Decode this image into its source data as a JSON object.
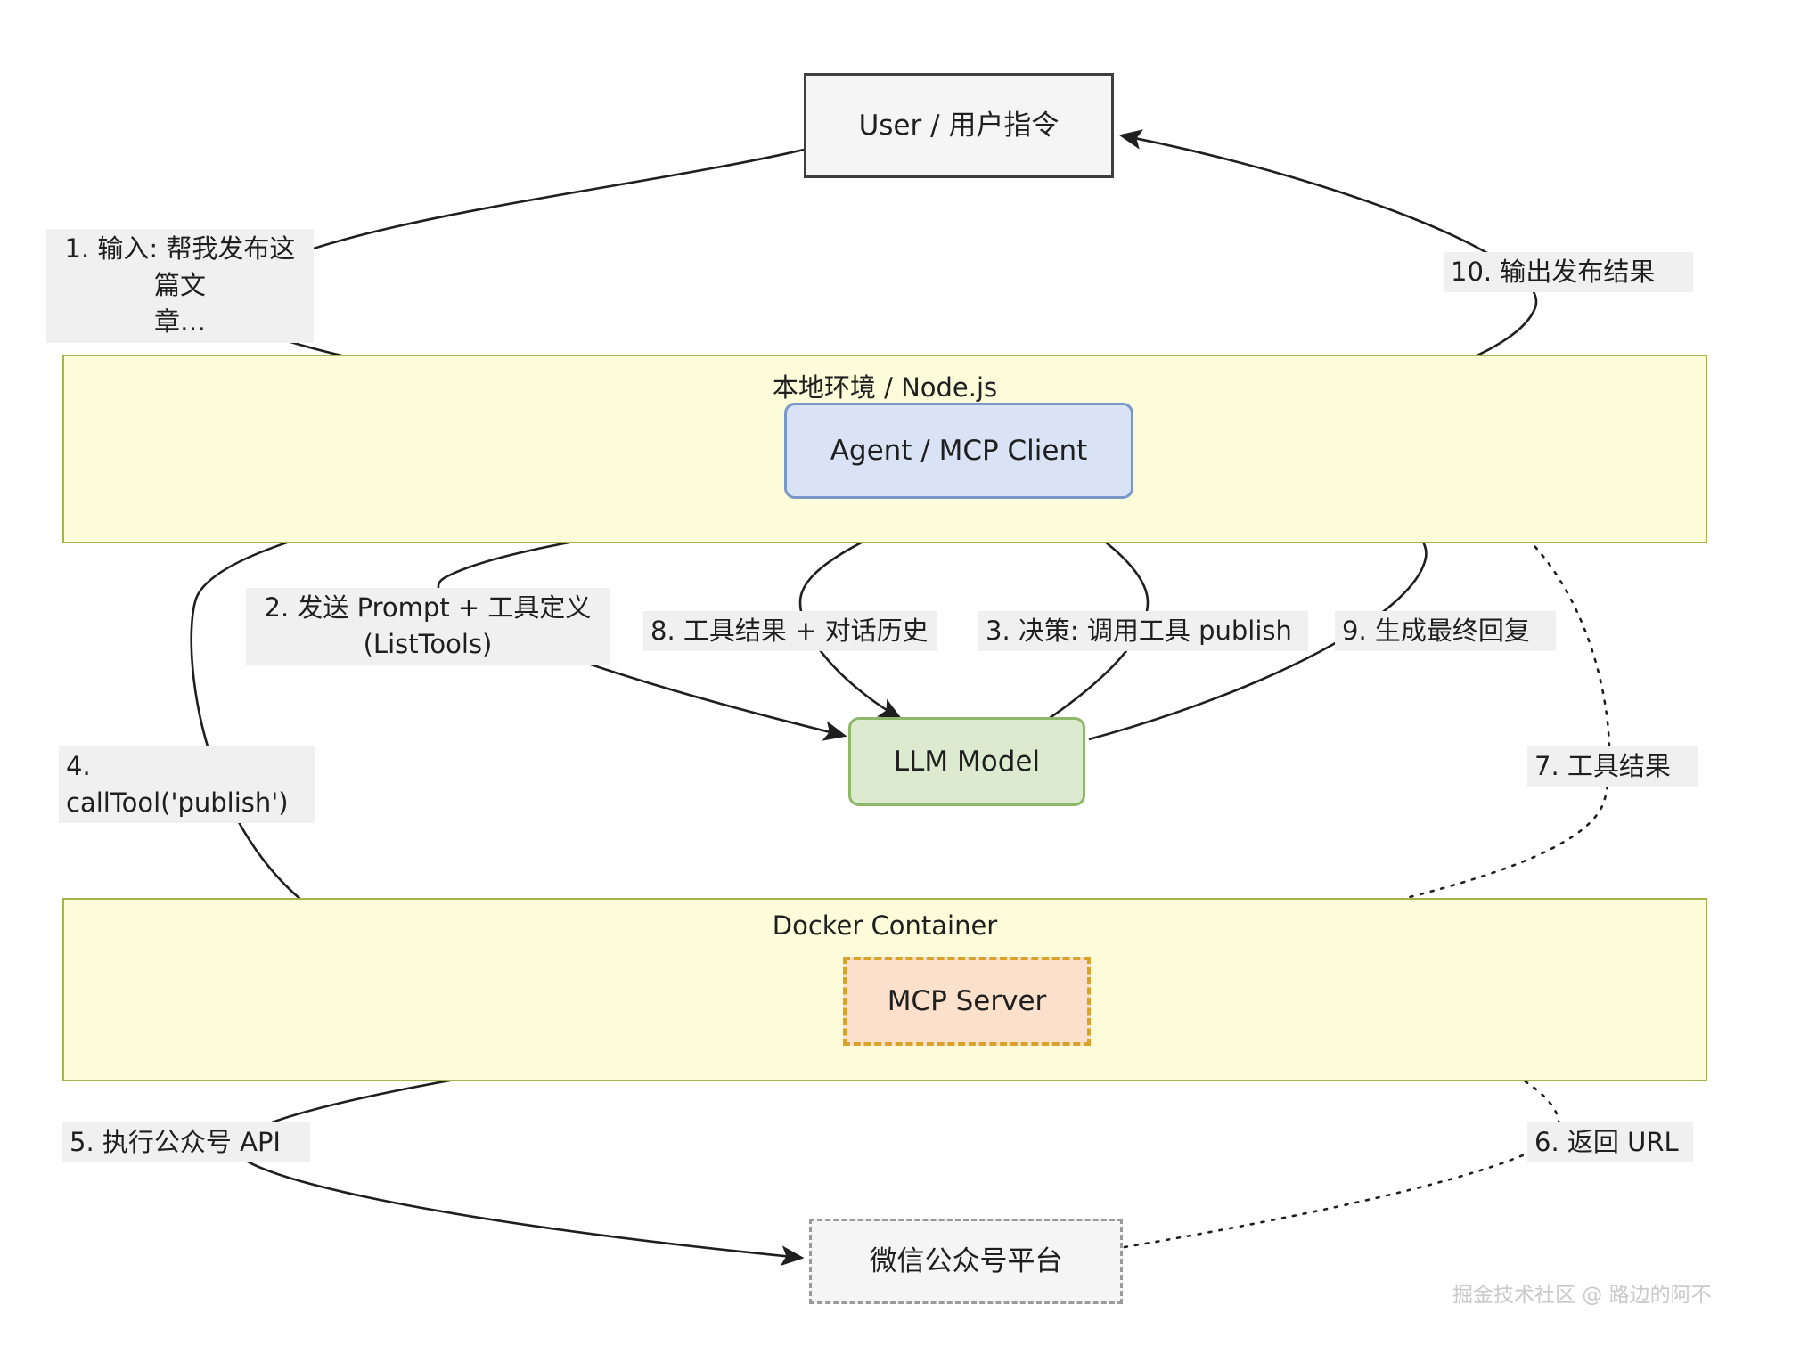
{
  "diagram": {
    "title": "MCP Agent publish flow",
    "colors": {
      "group_fill": "#fcfcdb",
      "group_border": "#a6b24a",
      "agent_fill": "#dae3f5",
      "agent_border": "#7a97c9",
      "llm_fill": "#dcead0",
      "llm_border": "#8db86a",
      "mcp_fill": "#fbe0cc",
      "mcp_border": "#d9a22b",
      "plain_fill": "#f5f5f5",
      "plain_border": "#3f3f3f",
      "dashed_border": "#9a9a9a",
      "edge": "#1f1f1f",
      "label_bg": "#f0f0f0",
      "watermark": "#c9c9c9"
    },
    "nodes": {
      "user": "User / 用户指令",
      "agent": "Agent / MCP Client",
      "llm": "LLM Model",
      "mcp_server": "MCP Server",
      "wechat": "微信公众号平台"
    },
    "groups": {
      "local": "本地环境 / Node.js",
      "docker": "Docker Container"
    },
    "edges": [
      {
        "id": "1",
        "label": "1. 输入: 帮我发布这篇文\n章…",
        "from": "user",
        "to": "agent",
        "style": "solid"
      },
      {
        "id": "2",
        "label": "2. 发送 Prompt + 工具定义\n(ListTools)",
        "from": "agent",
        "to": "llm",
        "style": "solid"
      },
      {
        "id": "3",
        "label": "3. 决策: 调用工具 publish",
        "from": "llm",
        "to": "agent",
        "style": "solid"
      },
      {
        "id": "4",
        "label": "4. callTool('publish')",
        "from": "agent",
        "to": "mcp_server",
        "style": "solid"
      },
      {
        "id": "5",
        "label": "5. 执行公众号 API",
        "from": "mcp_server",
        "to": "wechat",
        "style": "solid"
      },
      {
        "id": "6",
        "label": "6. 返回 URL",
        "from": "wechat",
        "to": "mcp_server",
        "style": "dotted"
      },
      {
        "id": "7",
        "label": "7. 工具结果",
        "from": "mcp_server",
        "to": "agent",
        "style": "dotted"
      },
      {
        "id": "8",
        "label": "8. 工具结果 + 对话历史",
        "from": "agent",
        "to": "llm",
        "style": "solid"
      },
      {
        "id": "9",
        "label": "9. 生成最终回复",
        "from": "llm",
        "to": "agent",
        "style": "solid"
      },
      {
        "id": "10",
        "label": "10. 输出发布结果",
        "from": "agent",
        "to": "user",
        "style": "solid"
      }
    ],
    "watermark": "掘金技术社区 @ 路边的阿不"
  }
}
